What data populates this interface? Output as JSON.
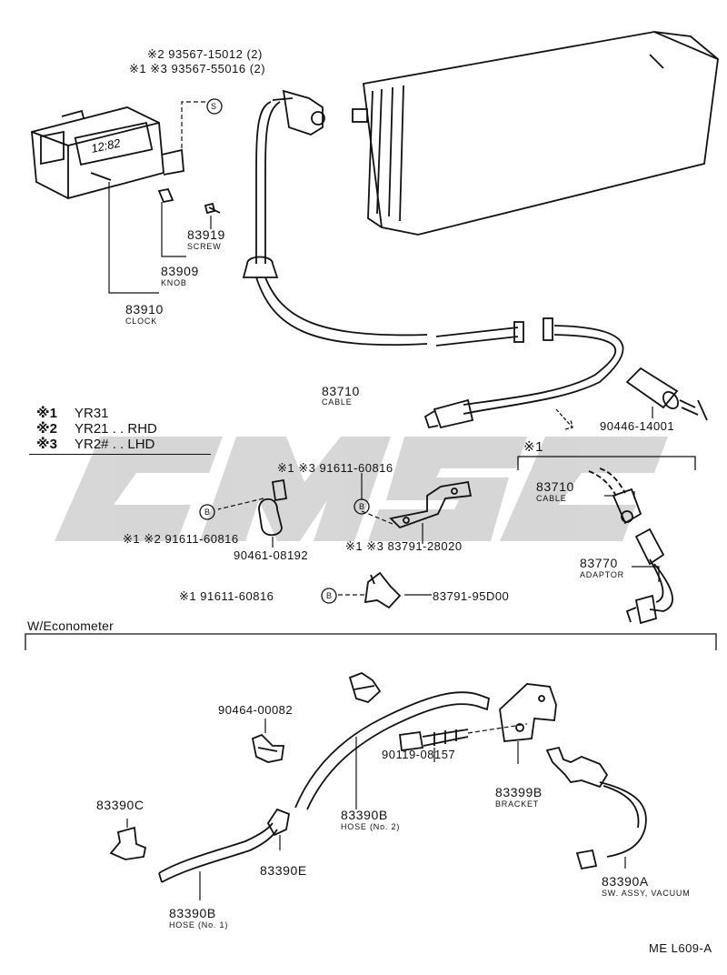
{
  "watermark": "CMSC",
  "clock": {
    "display": "12:82",
    "screw_note_2": "※2 93567-15012 (2)",
    "screw_note_13": "※1 ※3 93567-55016 (2)",
    "s_marker": "S",
    "part_83919": "83919",
    "part_83919_name": "SCREW",
    "part_83909": "83909",
    "part_83909_name": "KNOB",
    "part_83910": "83910",
    "part_83910_name": "CLOCK"
  },
  "cable": {
    "part_83710": "83710",
    "part_83710_name": "CABLE",
    "part_90446": "90446-14001"
  },
  "legend": {
    "rows": [
      {
        "mark": "※1",
        "text": "YR31"
      },
      {
        "mark": "※2",
        "text": "YR21 . . RHD"
      },
      {
        "mark": "※3",
        "text": "YR2# . . LHD"
      }
    ]
  },
  "clamps": {
    "b_marker": "B",
    "bolt_13_top": "※1 ※3 91611-60816",
    "bolt_12_left": "※1 ※2 91611-60816",
    "clamp_90461": "90461-08192",
    "bracket_28020": "※1 ※3 83791-28020",
    "bolt_1": "※1 91611-60816",
    "clamp_95d00": "83791-95D00"
  },
  "variant_1": {
    "mark": "※1",
    "part_83710": "83710",
    "part_83710_name": "CABLE",
    "part_83770": "83770",
    "part_83770_name": "ADAPTOR"
  },
  "econometer": {
    "section_title": "W/Econometer",
    "part_90464": "90464-00082",
    "part_90119": "90119-08157",
    "part_83399b": "83399B",
    "part_83399b_name": "BRACKET",
    "part_83390c": "83390C",
    "part_83390b_2": "83390B",
    "part_83390b_2_name": "HOSE (No. 2)",
    "part_83390e": "83390E",
    "part_83390b_1": "83390B",
    "part_83390b_1_name": "HOSE (No. 1)",
    "part_83390a": "83390A",
    "part_83390a_name": "SW. ASSY, VACUUM"
  },
  "diagram_id": "ME L609-A"
}
